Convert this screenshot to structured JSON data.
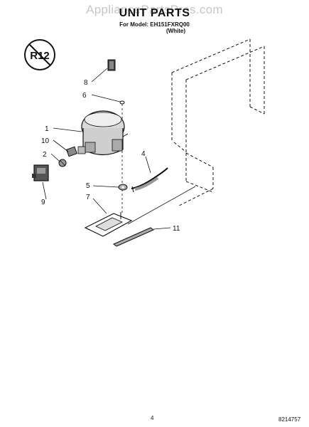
{
  "watermark": "AppliancePartsPros.com",
  "header": {
    "title": "UNIT PARTS",
    "model_line": "For Model: EH151FXRQ00",
    "color_line": "(White)"
  },
  "badge": {
    "text": "R12"
  },
  "callouts": [
    "1",
    "2",
    "4",
    "5",
    "6",
    "7",
    "8",
    "9",
    "10",
    "11"
  ],
  "footer": {
    "page_number": "4",
    "doc_number": "8214757"
  }
}
